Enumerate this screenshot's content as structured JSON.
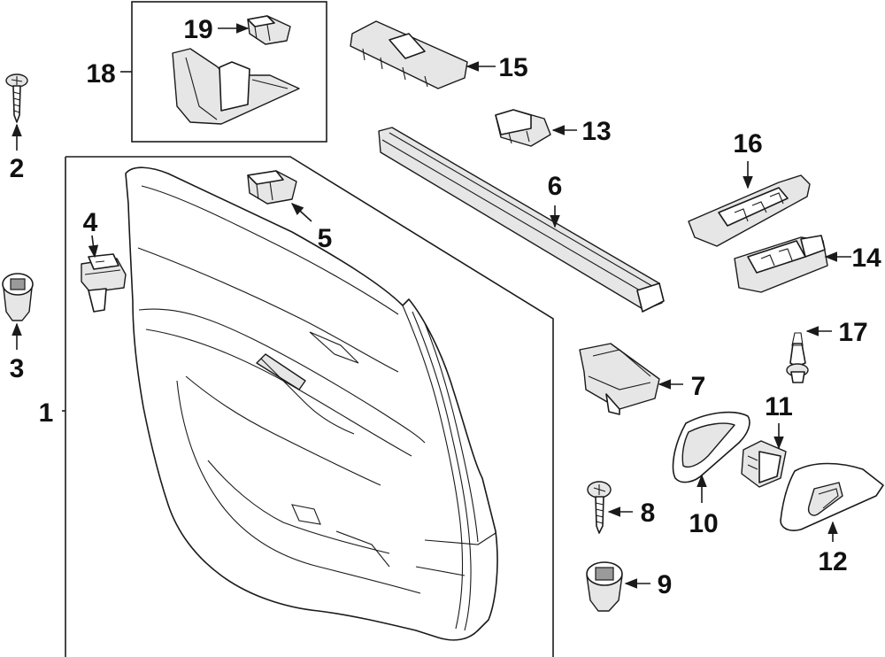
{
  "diagram": {
    "callouts": [
      {
        "id": "1",
        "label": "1"
      },
      {
        "id": "2",
        "label": "2"
      },
      {
        "id": "3",
        "label": "3"
      },
      {
        "id": "4",
        "label": "4"
      },
      {
        "id": "5",
        "label": "5"
      },
      {
        "id": "6",
        "label": "6"
      },
      {
        "id": "7",
        "label": "7"
      },
      {
        "id": "8",
        "label": "8"
      },
      {
        "id": "9",
        "label": "9"
      },
      {
        "id": "10",
        "label": "10"
      },
      {
        "id": "11",
        "label": "11"
      },
      {
        "id": "12",
        "label": "12"
      },
      {
        "id": "13",
        "label": "13"
      },
      {
        "id": "14",
        "label": "14"
      },
      {
        "id": "15",
        "label": "15"
      },
      {
        "id": "16",
        "label": "16"
      },
      {
        "id": "17",
        "label": "17"
      },
      {
        "id": "18",
        "label": "18"
      },
      {
        "id": "19",
        "label": "19"
      }
    ]
  }
}
